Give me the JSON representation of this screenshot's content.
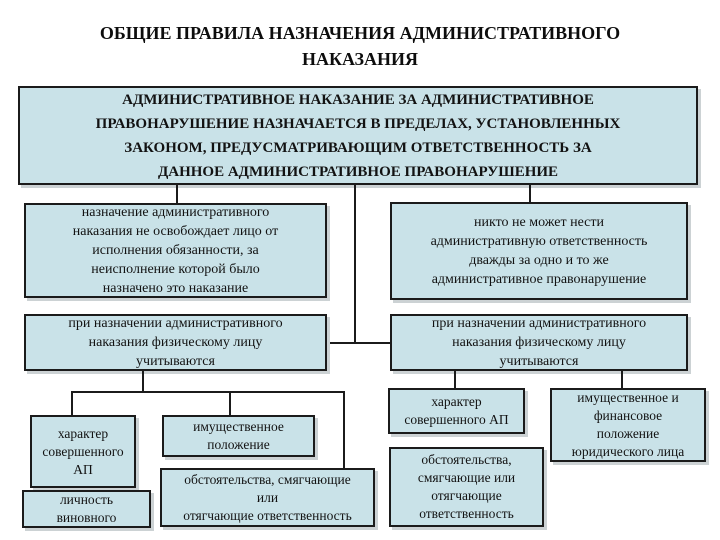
{
  "title": "ОБЩИЕ ПРАВИЛА НАЗНАЧЕНИЯ АДМИНИСТРАТИВНОГО\nНАКАЗАНИЯ",
  "colors": {
    "box_fill": "#c9e2e8",
    "box_border": "#1b1b1b",
    "text": "#121212",
    "shadow": "#ccd2d4",
    "background": "#ffffff"
  },
  "boxes": {
    "root": "АДМИНИСТРАТИВНОЕ НАКАЗАНИЕ ЗА АДМИНИСТРАТИВНОЕ\nПРАВОНАРУШЕНИЕ НАЗНАЧАЕТСЯ В ПРЕДЕЛАХ, УСТАНОВЛЕННЫХ\nЗАКОНОМ, ПРЕДУСМАТРИВАЮЩИМ ОТВЕТСТВЕННОСТЬ ЗА\nДАННОЕ АДМИНИСТРАТИВНОЕ ПРАВОНАРУШЕНИЕ",
    "rule_left": "назначение административного\nнаказания не освобождает лицо от\nисполнения обязанности, за\nнеисполнение которой было\nназначено это наказание",
    "rule_right": "никто не может нести\nадминистративную ответственность\nдважды за одно и то же\nадминистративное правонарушение",
    "when_left": "при назначении административного\nнаказания физическому лицу\nучитываются",
    "when_right": "при назначении административного\nнаказания физическому лицу\nучитываются",
    "factor_character_physical": "характер\nсовершенного\nАП",
    "factor_property_physical": "имущественное\nположение",
    "factor_personality": "личность\nвиновного",
    "factor_circumstances_physical": "обстоятельства, смягчающие\nили\nотягчающие ответственность",
    "factor_character_legal": "характер\nсовершенного АП",
    "factor_property_legal": "имущественное и\nфинансовое\nположение\nюридического лица",
    "factor_circumstances_legal": "обстоятельства,\nсмягчающие или\nотягчающие\nответственность"
  }
}
